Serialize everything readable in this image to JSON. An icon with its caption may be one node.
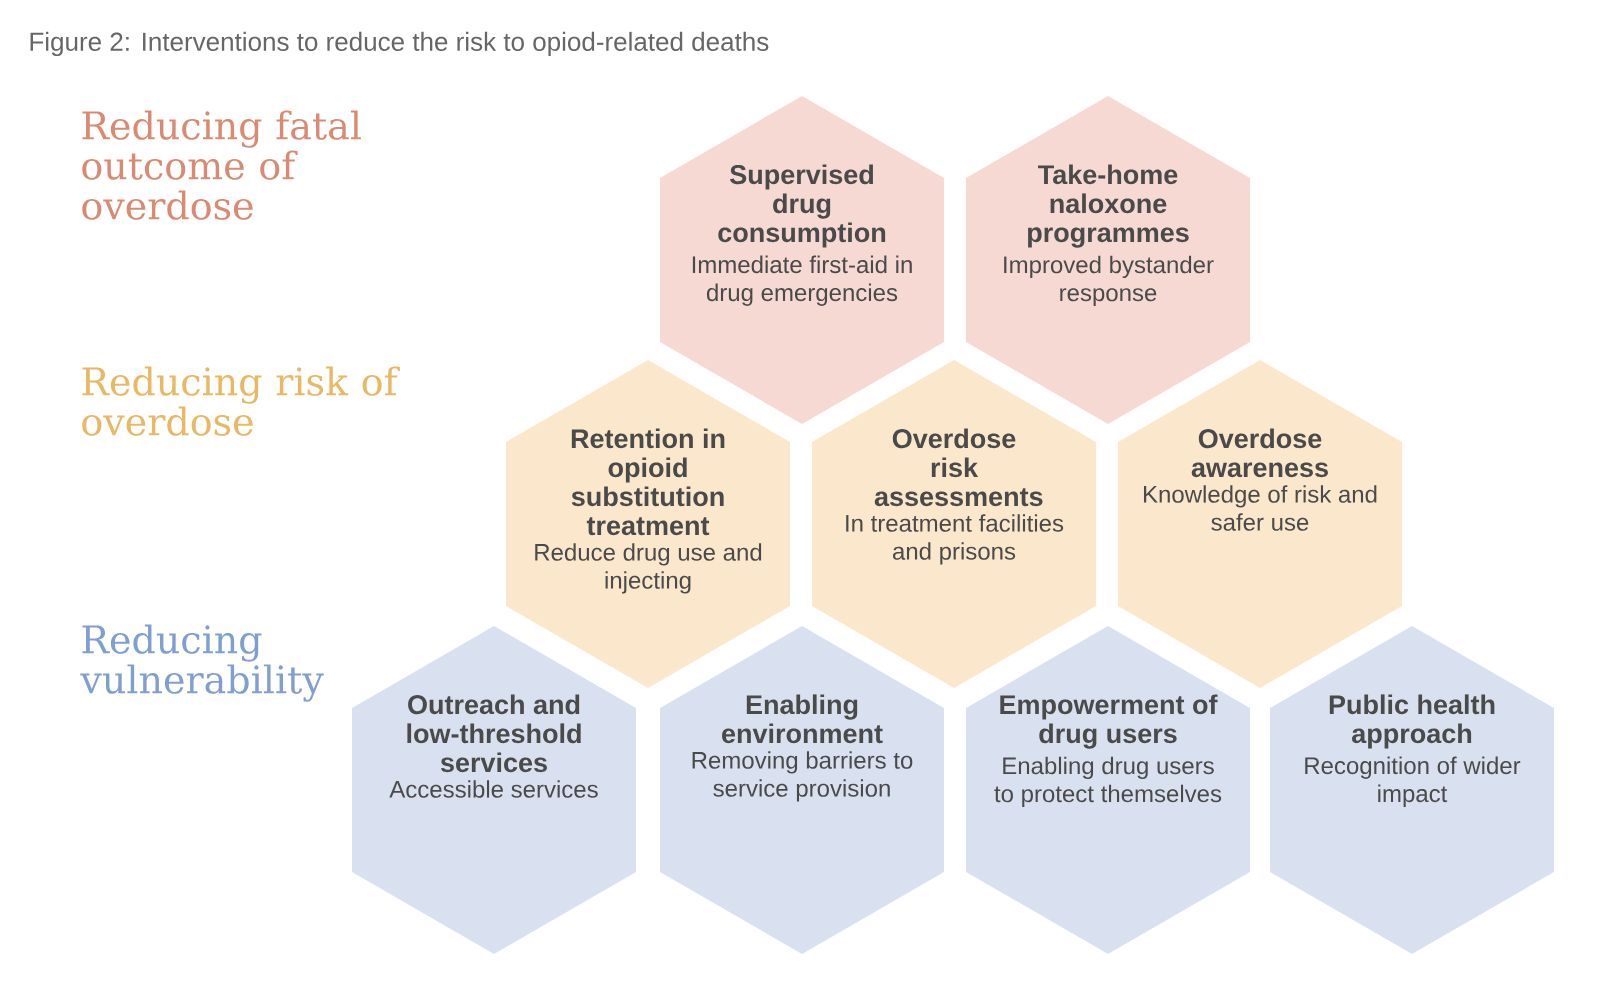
{
  "diagram": {
    "title": "Figure 2: Interventions to reduce the risk to opiod-related deaths",
    "nodes": [
      {
        "text": [
          "Supervised drug consumption",
          "Immediate first-aid in drug emergencies"
        ]
      },
      {
        "text": [
          "Take-home naloxone programmes",
          "Improved bystander response"
        ]
      },
      {
        "text": [
          "Retention in opioid substitution treatment",
          "Reduce drug use and injecting"
        ]
      },
      {
        "text": [
          "Overdose risk assessments",
          "In treatment facilities and prisons"
        ]
      },
      {
        "text": [
          "Overdose awareness",
          "Knowledge of risk and safer use"
        ]
      },
      {
        "text": [
          "Outreach and low-threshold services",
          "Accessible services"
        ]
      },
      {
        "text": [
          "Enabling environment",
          "Removing barriers to service provision"
        ]
      },
      {
        "text": [
          "Empowerment of drug users",
          "Enabling drug users to protect themselves"
        ]
      },
      {
        "text": [
          "Public health approach",
          "Recognition of wider impact"
        ]
      }
    ],
    "labels": [
      "Reducing fatal outcome of overdose",
      "Reducing risk of overdose",
      "Reducing vulnerability"
    ]
  }
}
